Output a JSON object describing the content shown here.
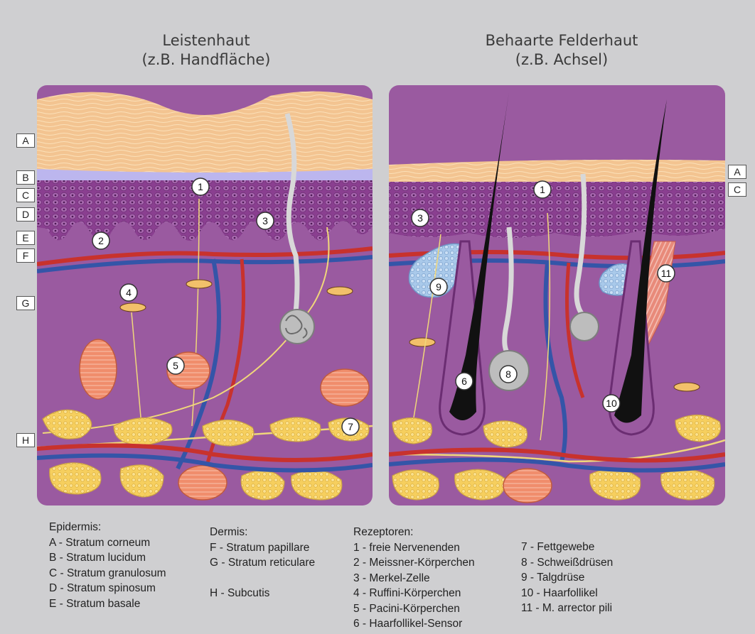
{
  "titles": {
    "left_line1": "Leistenhaut",
    "left_line2": "(z.B. Handfläche)",
    "right_line1": "Behaarte Felderhaut",
    "right_line2": "(z.B. Achsel)"
  },
  "layer_labels_left": [
    "A",
    "B",
    "C",
    "D",
    "E",
    "F",
    "G",
    "H"
  ],
  "layer_labels_right": [
    "A",
    "C"
  ],
  "markers": {
    "left": [
      "1",
      "2",
      "3",
      "4",
      "5",
      "7"
    ],
    "right": [
      "1",
      "3",
      "6",
      "8",
      "9",
      "10",
      "11"
    ]
  },
  "legend": {
    "epidermis": {
      "heading": "Epidermis:",
      "items": [
        "A - Stratum corneum",
        "B - Stratum lucidum",
        "C - Stratum granulosum",
        "D - Stratum spinosum",
        "E - Stratum basale"
      ]
    },
    "dermis": {
      "heading": "Dermis:",
      "items": [
        "F - Stratum papillare",
        "G - Stratum reticulare"
      ],
      "subcutis": "H - Subcutis"
    },
    "receptors": {
      "heading": "Rezeptoren:",
      "items": [
        "1 - freie Nervenenden",
        "2 - Meissner-Körperchen",
        "3 - Merkel-Zelle",
        "4 - Ruffini-Körperchen",
        "5 - Pacini-Körperchen",
        "6 - Haarfollikel-Sensor"
      ]
    },
    "more": {
      "items": [
        "7 - Fettgewebe",
        "8 - Schweißdrüsen",
        "9 - Talgdrüse",
        "10 - Haarfollikel",
        "11 - M. arrector pili"
      ]
    }
  },
  "colors": {
    "background": "#cfcfd1",
    "dermis": "#9a5aa0",
    "epidermis": "#8a3f90",
    "corneum": "#f3c491",
    "lucidum": "#bcb6ee",
    "fat": "#f6cf5e",
    "artery": "#c8322d",
    "vein": "#3455a8",
    "nerve": "#f0d77a",
    "hair": "#111111"
  }
}
